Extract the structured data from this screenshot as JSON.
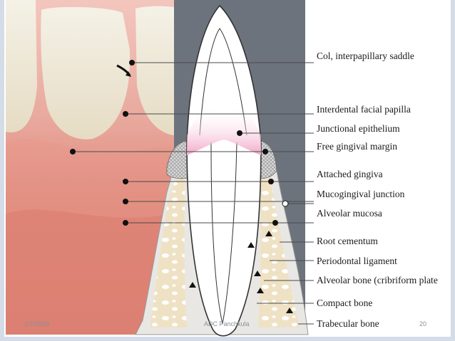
{
  "labels": [
    "Col, interpapillary saddle",
    "Interdental facial papilla",
    "Junctional epithelium",
    "Free gingival margin",
    "Attached gingiva",
    "Mucogingival junction",
    "Alveolar mucosa",
    "Root cementum",
    "Periodontal ligament",
    "Alveolar bone (cribriform plate",
    "Compact bone",
    "Trabecular bone"
  ],
  "footer": {
    "date": "1/7/2018",
    "author": "ADC Panchkula",
    "page": "20"
  },
  "colors": {
    "panel_gray": "#6d737d",
    "gum_pink": "#e9a49a",
    "tooth_white": "#ffffff",
    "bone_cream": "#efe2c4",
    "frame_blue": "#d4dce8"
  }
}
